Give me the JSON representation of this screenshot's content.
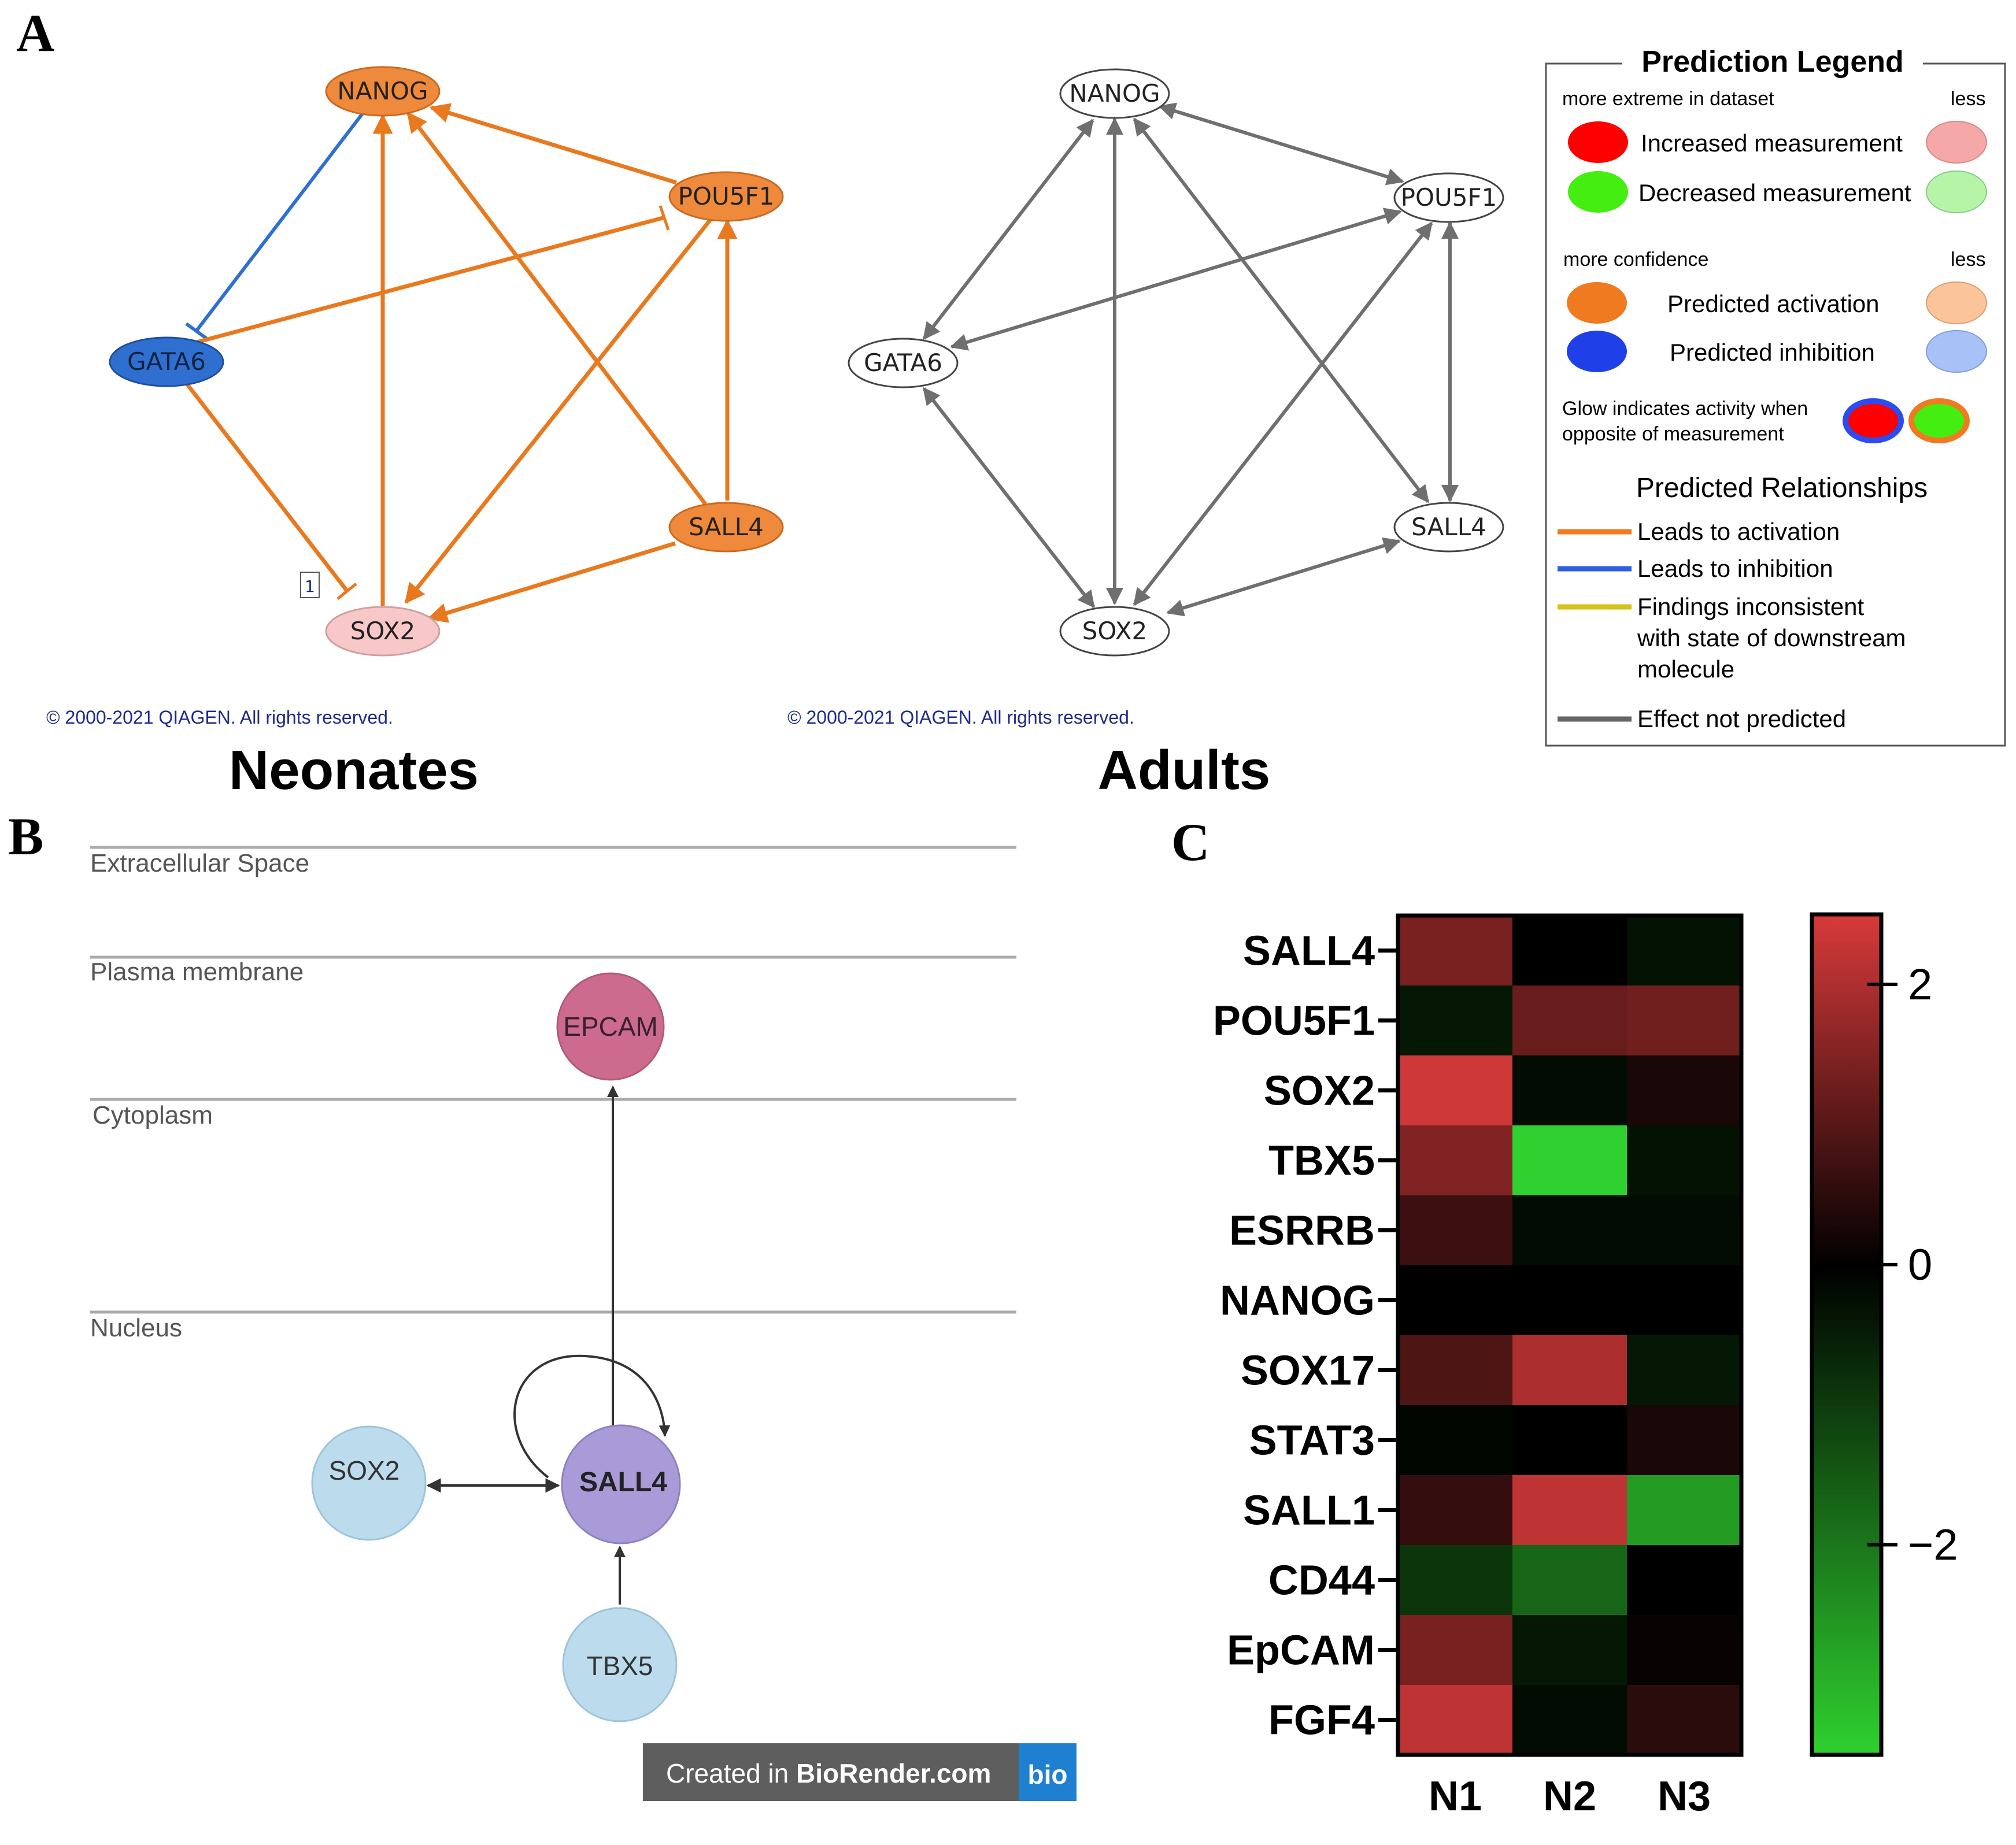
{
  "panel_labels": {
    "a": "A",
    "b": "B",
    "c": "C"
  },
  "colors": {
    "activation": "#e9791f",
    "inhibition": "#2f6fd0",
    "gray_edge": "#6f6f6f",
    "node_orange": "#ef8a3c",
    "node_blue": "#2f6fd0",
    "node_pink": "#f8c8c8",
    "copyright": "#1e2a8c"
  },
  "neonates": {
    "title": "Neonates",
    "copyright": "© 2000-2021 QIAGEN. All rights reserved.",
    "badge": "1",
    "nodes": {
      "nanog": "NANOG",
      "pou5f1": "POU5F1",
      "gata6": "GATA6",
      "sall4": "SALL4",
      "sox2": "SOX2"
    }
  },
  "adults": {
    "title": "Adults",
    "copyright": "© 2000-2021 QIAGEN. All rights reserved.",
    "nodes": {
      "nanog": "NANOG",
      "pou5f1": "POU5F1",
      "gata6": "GATA6",
      "sall4": "SALL4",
      "sox2": "SOX2"
    }
  },
  "legend": {
    "title": "Prediction Legend",
    "more_extreme": "more extreme in dataset",
    "less1": "less",
    "increased": "Increased measurement",
    "decreased": "Decreased measurement",
    "more_confidence": "more confidence",
    "less2": "less",
    "pred_activation": "Predicted activation",
    "pred_inhibition": "Predicted inhibition",
    "glow_line1": "Glow indicates activity when",
    "glow_line2": "opposite of measurement",
    "relationships_title": "Predicted Relationships",
    "leads_activation": "Leads to activation",
    "leads_inhibition": "Leads to inhibition",
    "inconsistent_line1": "Findings inconsistent",
    "inconsistent_line2": "with state of downstream",
    "inconsistent_line3": "molecule",
    "not_predicted": "Effect not predicted",
    "line_colors": {
      "activation": "#f07a1f",
      "inhibition": "#2f5fe0",
      "inconsistent": "#d8c21a",
      "not_predicted": "#666666"
    }
  },
  "panel_b": {
    "compartments": [
      "Extracellular Space",
      "Plasma membrane",
      "Cytoplasm",
      "Nucleus"
    ],
    "nodes": {
      "epcam": "EPCAM",
      "sox2": "SOX2",
      "sall4": "SALL4",
      "tbx5": "TBX5"
    },
    "biorender_text": "Created in ",
    "biorender_brand": "BioRender.com",
    "biorender_badge": "bio"
  },
  "chart_data": {
    "type": "heatmap",
    "rows": [
      "SALL4",
      "POU5F1",
      "SOX2",
      "TBX5",
      "ESRRB",
      "NANOG",
      "SOX17",
      "STAT3",
      "SALL1",
      "CD44",
      "EpCAM",
      "FGF4"
    ],
    "columns": [
      "N1",
      "N2",
      "N3"
    ],
    "values": [
      [
        1.4,
        0.0,
        -0.3
      ],
      [
        -0.4,
        1.2,
        1.3
      ],
      [
        2.4,
        -0.2,
        0.3
      ],
      [
        1.5,
        -3.5,
        -0.3
      ],
      [
        0.7,
        -0.2,
        -0.2
      ],
      [
        0.0,
        0.0,
        0.0
      ],
      [
        0.9,
        2.0,
        -0.4
      ],
      [
        -0.1,
        0.0,
        0.3
      ],
      [
        0.6,
        2.2,
        -2.6
      ],
      [
        -0.9,
        -1.7,
        0.0
      ],
      [
        1.4,
        -0.4,
        0.1
      ],
      [
        2.2,
        -0.2,
        0.5
      ]
    ],
    "colorbar": {
      "ticks": [
        "2",
        "0",
        "−2"
      ],
      "tick_values": [
        2,
        0,
        -2
      ],
      "min": -3.5,
      "max": 2.5
    }
  }
}
